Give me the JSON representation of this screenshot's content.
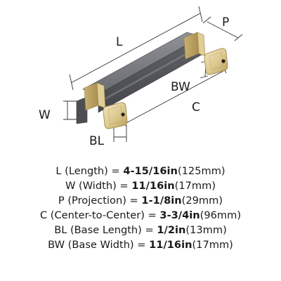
{
  "diagram": {
    "labels": {
      "L": "L",
      "P": "P",
      "W": "W",
      "BW": "BW",
      "C": "C",
      "BL": "BL"
    },
    "colors": {
      "bar_dark": "#55575b",
      "bar_mid": "#6e7075",
      "bar_light": "#8a8c91",
      "brass_light": "#efe2b4",
      "brass_mid": "#d9c48a",
      "brass_dark": "#b49a58"
    }
  },
  "specs": [
    {
      "prefix": "L (Length) = ",
      "value": "4-15/16in",
      "suffix": "(125mm)"
    },
    {
      "prefix": "W (Width) = ",
      "value": "11/16in",
      "suffix": "(17mm)"
    },
    {
      "prefix": "P (Projection) = ",
      "value": "1-1/8in",
      "suffix": "(29mm)"
    },
    {
      "prefix": "C (Center-to-Center) = ",
      "value": "3-3/4in",
      "suffix": "(96mm)"
    },
    {
      "prefix": "BL (Base Length) = ",
      "value": "1/2in",
      "suffix": "(13mm)"
    },
    {
      "prefix": "BW (Base Width) = ",
      "value": "11/16in",
      "suffix": "(17mm)"
    }
  ]
}
